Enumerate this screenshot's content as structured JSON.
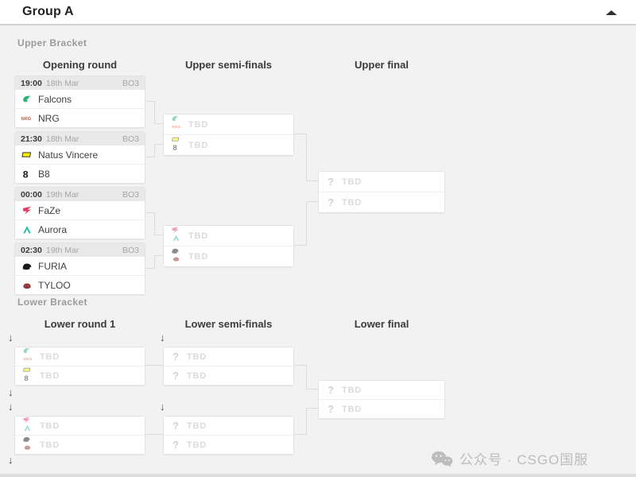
{
  "header": {
    "title": "Group A"
  },
  "tbd_label": "TBD",
  "upper": {
    "label": "Upper Bracket",
    "columns": [
      "Opening round",
      "Upper semi-finals",
      "Upper final"
    ],
    "matches": [
      {
        "time": "19:00",
        "date": "18th Mar",
        "format": "BO3",
        "team1": "Falcons",
        "team2": "NRG"
      },
      {
        "time": "21:30",
        "date": "18th Mar",
        "format": "BO3",
        "team1": "Natus Vincere",
        "team2": "B8"
      },
      {
        "time": "00:00",
        "date": "19th Mar",
        "format": "BO3",
        "team1": "FaZe",
        "team2": "Aurora"
      },
      {
        "time": "02:30",
        "date": "19th Mar",
        "format": "BO3",
        "team1": "FURIA",
        "team2": "TYLOO"
      }
    ]
  },
  "lower": {
    "label": "Lower Bracket",
    "columns": [
      "Lower round 1",
      "Lower semi-finals",
      "Lower final"
    ]
  },
  "watermark": {
    "text": "公众号 · CSGO国服"
  },
  "colors": {
    "background": "#f2f2f2",
    "card_header": "#e9e9e9",
    "connector": "#dcdcdc",
    "tbd_text": "#dbdbdb",
    "falcons_green": "#2fb478",
    "nrg_orange": "#e2512d",
    "navi_yellow": "#f8ef00",
    "b8_black": "#1a1a1a",
    "faze_red": "#e8365a",
    "aurora_teal": "#29bda4",
    "furia_black": "#191919",
    "tyloo_maroon": "#8a3434"
  },
  "icons": {
    "collapse": "caret-up",
    "loser_drop": "arrow-down",
    "unknown_team": "question-mark",
    "watermark_logo": "wechat"
  }
}
